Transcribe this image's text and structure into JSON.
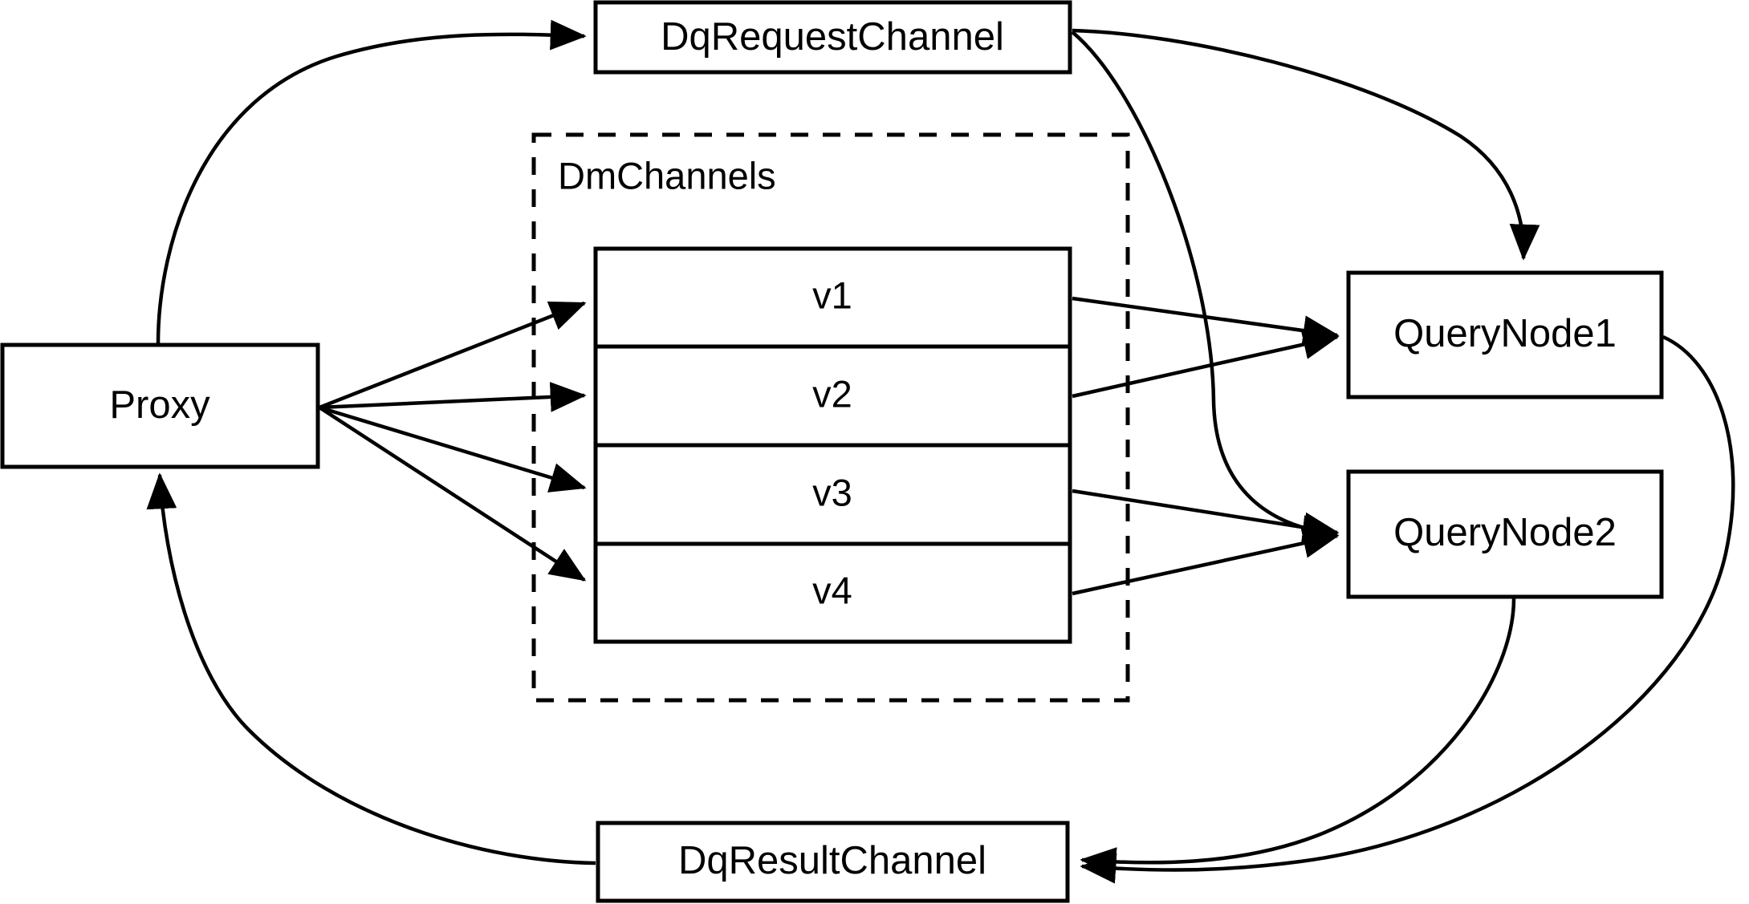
{
  "diagram": {
    "title": "Distributed query channel flow",
    "type": "architecture-flow",
    "background_color": "#ffffff",
    "stroke_color": "#000000"
  },
  "nodes": {
    "proxy": {
      "label": "Proxy"
    },
    "dq_request_channel": {
      "label": "DqRequestChannel"
    },
    "dq_result_channel": {
      "label": "DqResultChannel"
    },
    "query_node_1": {
      "label": "QueryNode1"
    },
    "query_node_2": {
      "label": "QueryNode2"
    },
    "dm_channels_group": {
      "label": "DmChannels"
    }
  },
  "channels": [
    {
      "label": "v1"
    },
    {
      "label": "v2"
    },
    {
      "label": "v3"
    },
    {
      "label": "v4"
    }
  ],
  "edges": [
    {
      "from": "Proxy",
      "to": "DqRequestChannel",
      "style": "curve",
      "arrow": "to"
    },
    {
      "from": "DqRequestChannel",
      "to": "QueryNode1",
      "style": "curve",
      "arrow": "to"
    },
    {
      "from": "DqRequestChannel",
      "to": "QueryNode2",
      "style": "curve",
      "arrow": "to"
    },
    {
      "from": "Proxy",
      "to": "v1",
      "style": "straight",
      "arrow": "to"
    },
    {
      "from": "Proxy",
      "to": "v2",
      "style": "straight",
      "arrow": "to"
    },
    {
      "from": "Proxy",
      "to": "v3",
      "style": "straight",
      "arrow": "to"
    },
    {
      "from": "Proxy",
      "to": "v4",
      "style": "straight",
      "arrow": "to"
    },
    {
      "from": "v1",
      "to": "QueryNode1",
      "style": "straight",
      "arrow": "to"
    },
    {
      "from": "v2",
      "to": "QueryNode1",
      "style": "straight",
      "arrow": "to"
    },
    {
      "from": "v3",
      "to": "QueryNode2",
      "style": "straight",
      "arrow": "to"
    },
    {
      "from": "v4",
      "to": "QueryNode2",
      "style": "straight",
      "arrow": "to"
    },
    {
      "from": "QueryNode1",
      "to": "DqResultChannel",
      "style": "curve",
      "arrow": "to"
    },
    {
      "from": "QueryNode2",
      "to": "DqResultChannel",
      "style": "curve",
      "arrow": "to"
    },
    {
      "from": "DqResultChannel",
      "to": "Proxy",
      "style": "curve",
      "arrow": "to"
    }
  ]
}
